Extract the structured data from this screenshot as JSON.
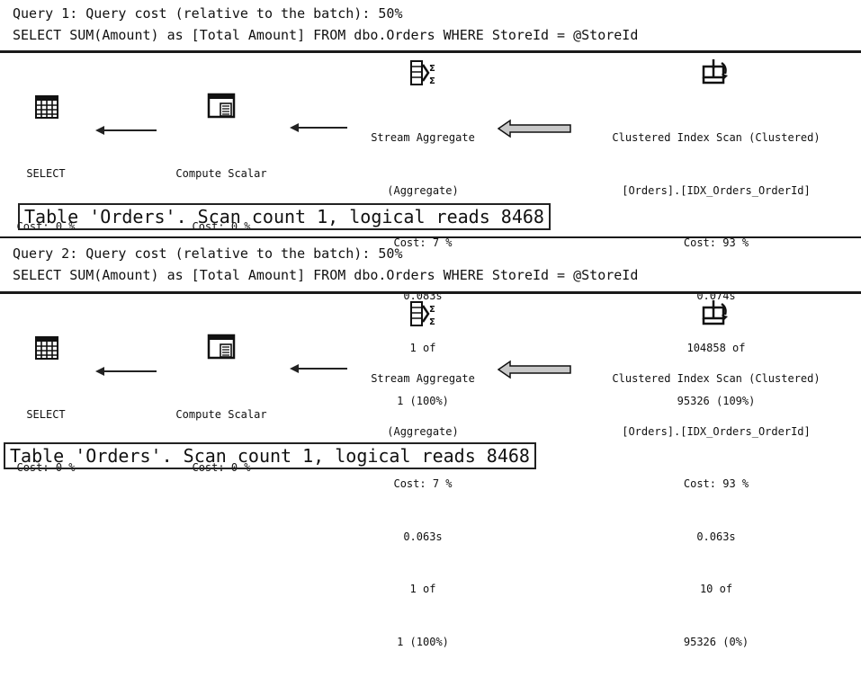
{
  "queries": [
    {
      "header_line1": "Query 1: Query cost (relative to the batch): 50%",
      "header_line2": "SELECT SUM(Amount) as [Total Amount] FROM dbo.Orders WHERE StoreId = @StoreId",
      "select": {
        "name": "SELECT",
        "cost": "Cost: 0 %"
      },
      "compute_scalar": {
        "name": "Compute Scalar",
        "cost": "Cost: 0 %"
      },
      "stream_aggregate": {
        "name": "Stream Aggregate",
        "sub": "(Aggregate)",
        "cost": "Cost: 7 %",
        "time": "0.083s",
        "rows": "1 of",
        "est": "1 (100%)"
      },
      "clustered_scan": {
        "name": "Clustered Index Scan (Clustered)",
        "object": "[Orders].[IDX_Orders_OrderId]",
        "cost": "Cost: 93 %",
        "time": "0.074s",
        "rows": "104858 of",
        "est": "95326 (109%)"
      },
      "message": "Table 'Orders'. Scan count 1, logical reads 8468"
    },
    {
      "header_line1": "Query 2: Query cost (relative to the batch): 50%",
      "header_line2": "SELECT SUM(Amount) as [Total Amount] FROM dbo.Orders WHERE StoreId = @StoreId",
      "select": {
        "name": "SELECT",
        "cost": "Cost: 0 %"
      },
      "compute_scalar": {
        "name": "Compute Scalar",
        "cost": "Cost: 0 %"
      },
      "stream_aggregate": {
        "name": "Stream Aggregate",
        "sub": "(Aggregate)",
        "cost": "Cost: 7 %",
        "time": "0.063s",
        "rows": "1 of",
        "est": "1 (100%)"
      },
      "clustered_scan": {
        "name": "Clustered Index Scan (Clustered)",
        "object": "[Orders].[IDX_Orders_OrderId]",
        "cost": "Cost: 93 %",
        "time": "0.063s",
        "rows": "10 of",
        "est": "95326 (0%)"
      },
      "message": "Table 'Orders'. Scan count 1, logical reads 8468"
    }
  ],
  "icons": [
    "select-icon",
    "compute-scalar-icon",
    "stream-aggregate-icon",
    "clustered-index-scan-icon"
  ],
  "colors": {
    "fat_arrow": "#c8c8c8",
    "separator": "#1a1a1a"
  }
}
